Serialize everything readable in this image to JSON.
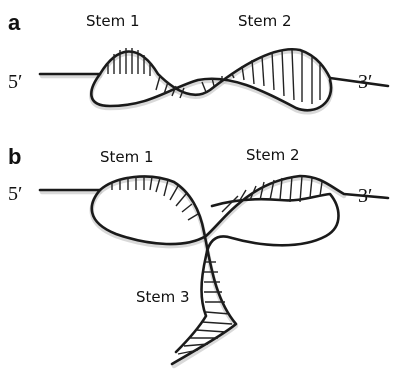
{
  "panels": [
    {
      "letter": "a",
      "stems": [
        "Stem 1",
        "Stem 2"
      ],
      "five_prime": "5′",
      "three_prime": "3′"
    },
    {
      "letter": "b",
      "stems": [
        "Stem 1",
        "Stem 2",
        "Stem 3"
      ],
      "five_prime": "5′",
      "three_prime": "3′"
    }
  ]
}
